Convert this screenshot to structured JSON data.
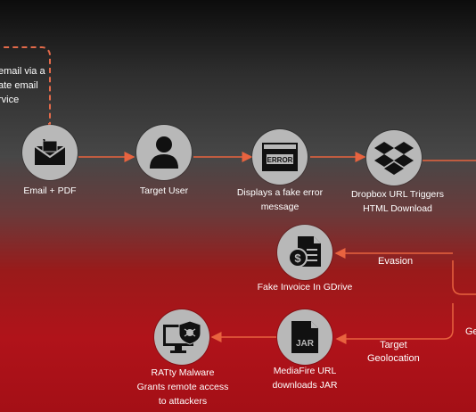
{
  "top_note": "email via a\nate email\nrvice",
  "nodes": {
    "email": {
      "label": "Email + PDF",
      "icon": "envelope-icon"
    },
    "user": {
      "label": "Target User",
      "icon": "user-icon"
    },
    "error": {
      "label": "Displays a fake error\nmessage",
      "icon": "error-window-icon",
      "badge": "ERROR"
    },
    "dropbox": {
      "label": "Dropbox URL Triggers\nHTML Download",
      "icon": "dropbox-icon"
    },
    "invoice": {
      "label": "Fake Invoice In GDrive",
      "icon": "invoice-icon"
    },
    "jar": {
      "label": "MediaFire URL\ndownloads JAR",
      "icon": "jar-file-icon",
      "badge": "JAR"
    },
    "malware": {
      "label": "RATty Malware\nGrants remote access\nto attackers",
      "icon": "malware-monitor-icon"
    }
  },
  "edge_labels": {
    "evasion": "Evasion",
    "target_geo": "Target\nGeolocation",
    "right_cut": "Ge"
  },
  "colors": {
    "arrow": "#e8633f",
    "node": "#b8b8b8",
    "icon": "#111111"
  }
}
